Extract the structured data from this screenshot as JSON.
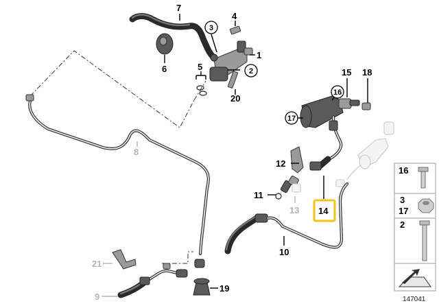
{
  "callouts": {
    "p1": "1",
    "p2": "2",
    "p3": "3",
    "p4": "4",
    "p5": "5",
    "p6": "6",
    "p7": "7",
    "p8": "8",
    "p9": "9",
    "p10": "10",
    "p11": "11",
    "p12": "12",
    "p13": "13",
    "p14": "14",
    "p15": "15",
    "p16": "16",
    "p17": "17",
    "p18": "18",
    "p19": "19",
    "p20": "20",
    "p21": "21"
  },
  "legend": {
    "item_16": "16",
    "item_3": "3",
    "item_17": "17",
    "item_2": "2"
  },
  "catalog_number": "147041",
  "highlight_color": "#f2c21b",
  "ghost_label_color": "#b4b4b4"
}
